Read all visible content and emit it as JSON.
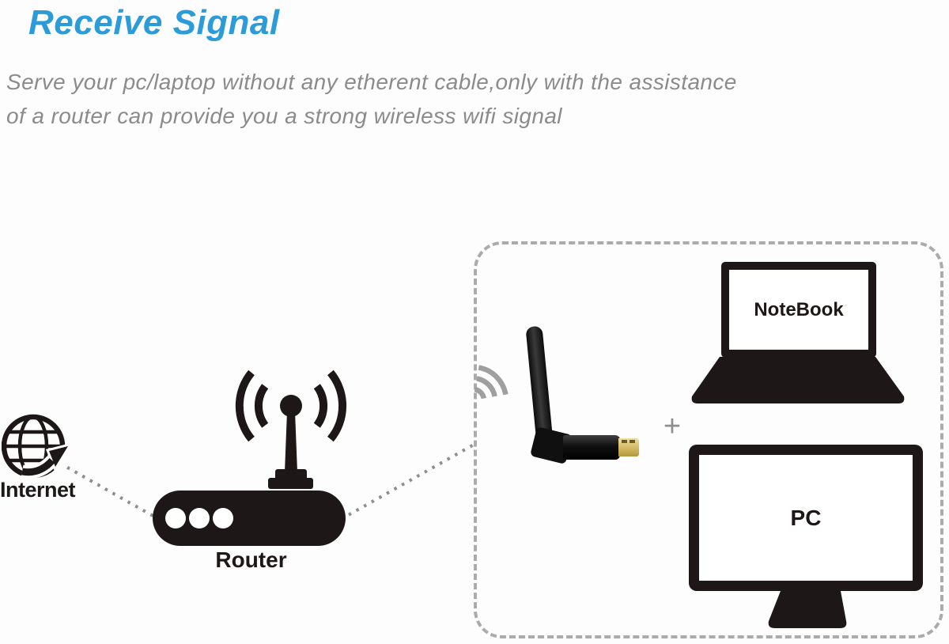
{
  "header": {
    "title": "Receive Signal",
    "subtitle_line1": "Serve your pc/laptop without any etherent cable,only with the assistance",
    "subtitle_line2": "of a router can provide you a strong wireless wifi signal"
  },
  "diagram": {
    "internet": {
      "label": "Internet",
      "icon": "globe-arrow-icon"
    },
    "router": {
      "label": "Router",
      "icon": "router-antenna-icon"
    },
    "adapter": {
      "icon": "usb-wifi-adapter",
      "signal_icon": "wifi-signal-icon"
    },
    "plus_sign": "+",
    "notebook": {
      "label": "NoteBook",
      "icon": "laptop-icon"
    },
    "pc": {
      "label": "PC",
      "icon": "monitor-icon"
    },
    "connections": [
      "internet-to-router-dotted-line",
      "router-to-adapter-dotted-line"
    ],
    "colors": {
      "title_blue": "#2b9cd8",
      "subtitle_gray": "#8b8b8b",
      "icon_black": "#1d1817",
      "dotted_line_gray": "#8e8e8e",
      "dashed_border_gray": "#ababab",
      "usb_gold": "#d3b861",
      "wifi_arc_gray": "#9f9f9f"
    }
  }
}
